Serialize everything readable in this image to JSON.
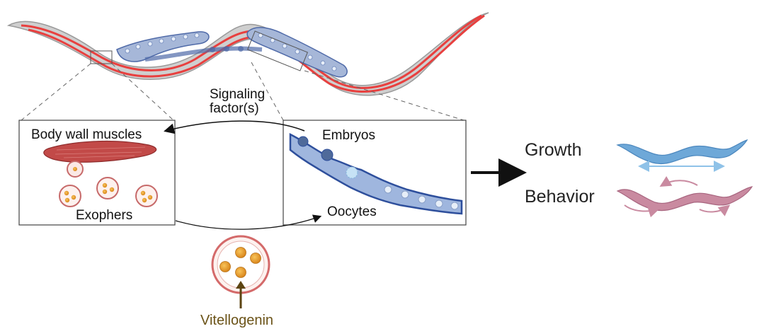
{
  "labels": {
    "signaling_line1": "Signaling",
    "signaling_line2": "factor(s)",
    "body_wall_muscles": "Body wall muscles",
    "exophers": "Exophers",
    "embryos": "Embryos",
    "oocytes": "Oocytes",
    "vitellogenin": "Vitellogenin",
    "growth": "Growth",
    "behavior": "Behavior"
  },
  "colors": {
    "worm_body": "#c9c9c9",
    "muscle_red": "#e8403f",
    "germline_blue": "#7f97c4",
    "growth_worm": "#6ea8d8",
    "behavior_worm": "#c98aa0",
    "vitellogenin_text": "#6b5318",
    "yolk_orange": "#e39a2a"
  }
}
